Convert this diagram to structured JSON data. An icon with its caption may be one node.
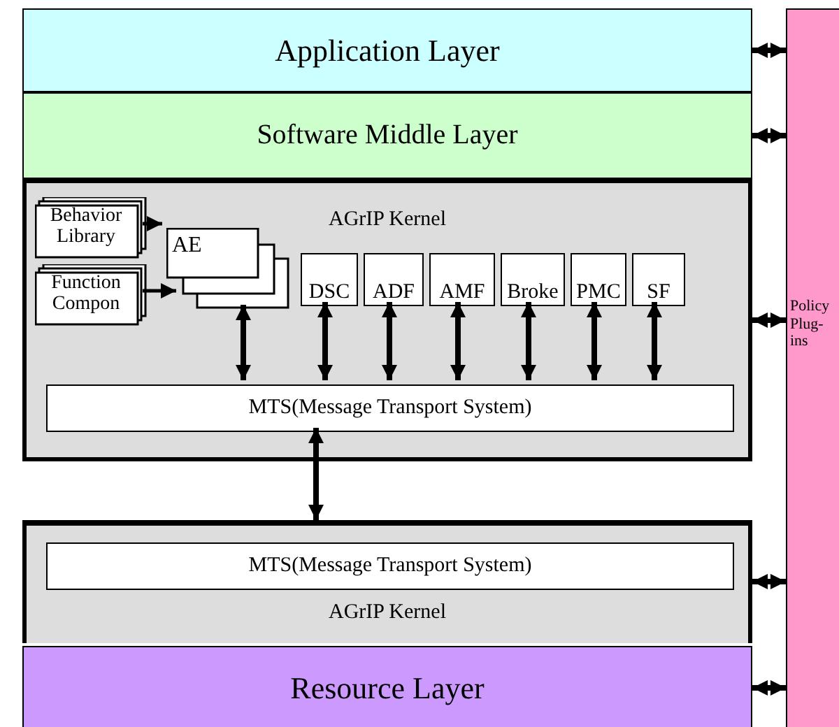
{
  "diagram": {
    "nodes": [
      {
        "text": [
          "Application Layer"
        ]
      },
      {
        "text": [
          "Software Middle Layer"
        ]
      },
      {
        "text": [
          "AGrIP Kernel"
        ]
      },
      {
        "text": [
          "Behavior Library"
        ],
        "in": 2
      },
      {
        "text": [
          "Function Compon"
        ],
        "in": 2
      },
      {
        "text": [
          "AE"
        ],
        "in": 2
      },
      {
        "text": [
          "DSC"
        ],
        "in": 2
      },
      {
        "text": [
          "ADF"
        ],
        "in": 2
      },
      {
        "text": [
          "AMF"
        ],
        "in": 2
      },
      {
        "text": [
          "Broke"
        ],
        "in": 2
      },
      {
        "text": [
          "PMC"
        ],
        "in": 2
      },
      {
        "text": [
          "SF"
        ],
        "in": 2
      },
      {
        "text": [
          "MTS(Message Transport System)"
        ],
        "in": 2
      },
      {
        "text": [
          "AGrIP Kernel"
        ]
      },
      {
        "text": [
          "MTS(Message Transport System)"
        ],
        "in": 13
      },
      {
        "text": [
          "Resource Layer"
        ]
      },
      {
        "text": [
          "Policy Plug-ins"
        ]
      }
    ],
    "edges": [
      {
        "from": 3,
        "to": 5,
        "arrow": "to"
      },
      {
        "from": 4,
        "to": 5,
        "arrow": "to"
      },
      {
        "from": 5,
        "to": 12,
        "arrow": "both"
      },
      {
        "from": 6,
        "to": 12,
        "arrow": "both"
      },
      {
        "from": 7,
        "to": 12,
        "arrow": "both"
      },
      {
        "from": 8,
        "to": 12,
        "arrow": "both"
      },
      {
        "from": 9,
        "to": 12,
        "arrow": "both"
      },
      {
        "from": 10,
        "to": 12,
        "arrow": "both"
      },
      {
        "from": 11,
        "to": 12,
        "arrow": "both"
      },
      {
        "from": 12,
        "to": 13,
        "arrow": "both"
      },
      {
        "from": 0,
        "to": 16,
        "arrow": "both"
      },
      {
        "from": 1,
        "to": 16,
        "arrow": "both"
      },
      {
        "from": 2,
        "to": 16,
        "arrow": "both"
      },
      {
        "from": 13,
        "to": 16,
        "arrow": "both"
      },
      {
        "from": 15,
        "to": 16,
        "arrow": "both"
      }
    ]
  }
}
